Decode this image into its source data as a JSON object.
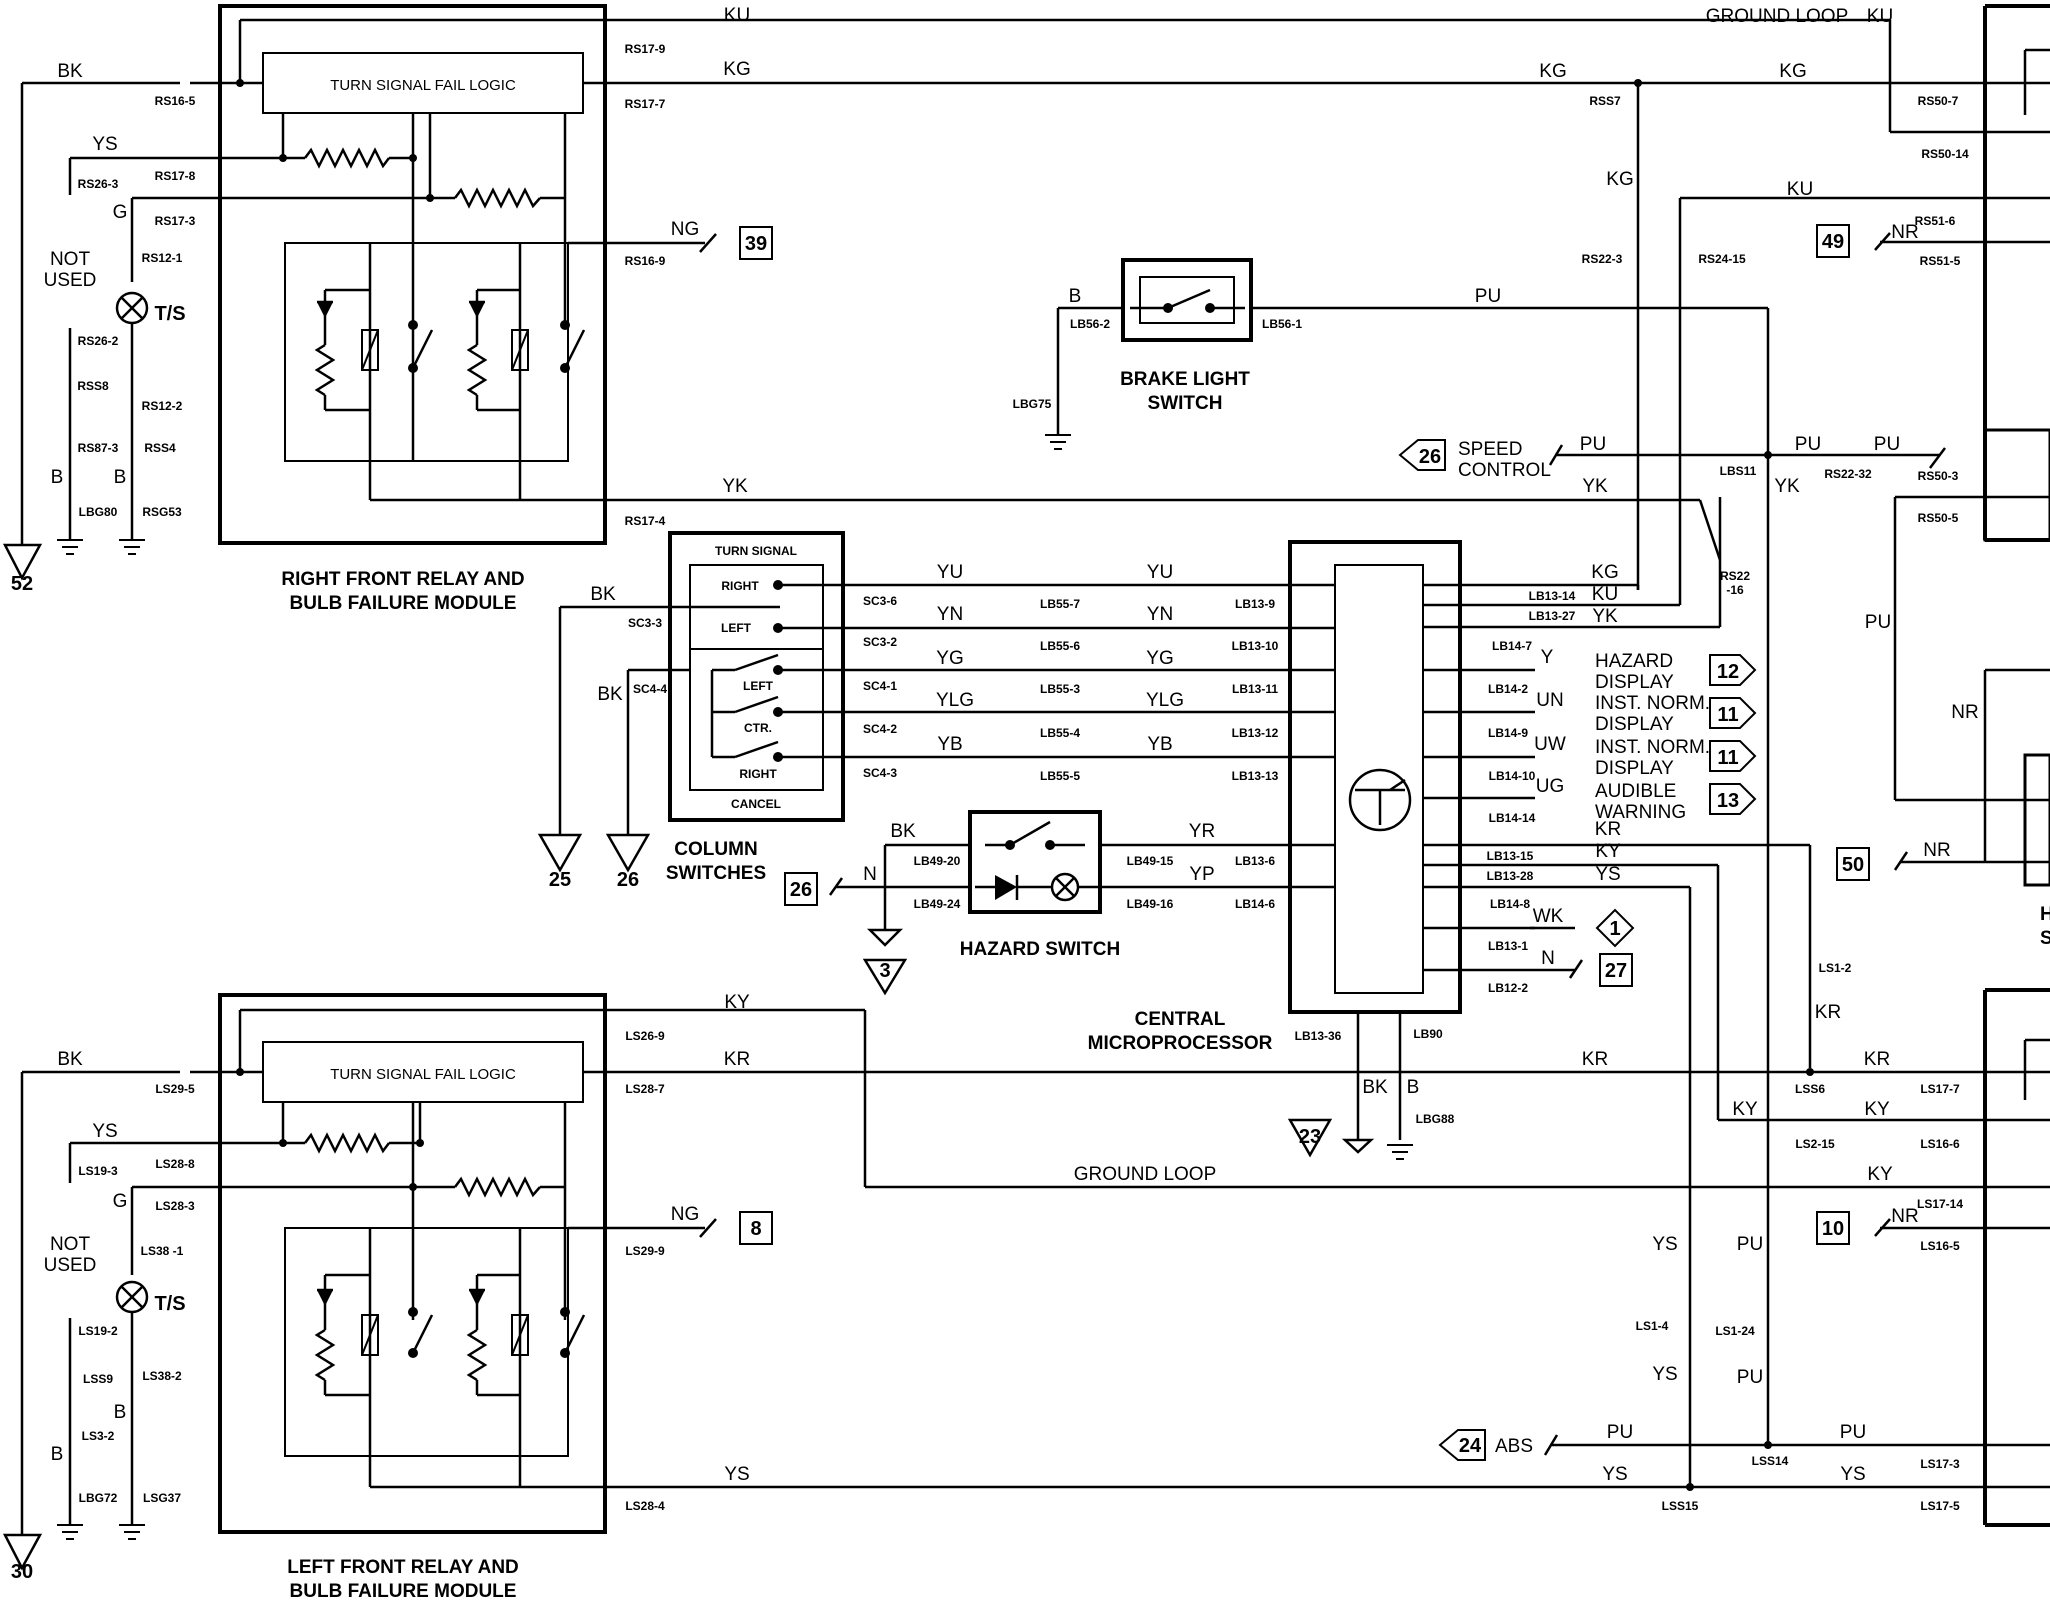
{
  "modules": {
    "right_title": [
      "RIGHT FRONT RELAY AND",
      "BULB FAILURE MODULE"
    ],
    "left_title": [
      "LEFT FRONT RELAY AND",
      "BULB FAILURE MODULE"
    ],
    "fail_logic": "TURN SIGNAL FAIL LOGIC",
    "not_used": [
      "NOT",
      "USED"
    ],
    "ts_lamp": "T/S"
  },
  "switches": {
    "brake_light": [
      "BRAKE LIGHT",
      "SWITCH"
    ],
    "column": [
      "COLUMN",
      "SWITCHES"
    ],
    "hazard": "HAZARD SWITCH",
    "turn_signal_title": "TURN SIGNAL",
    "right": "RIGHT",
    "left": "LEFT",
    "ctr": "CTR.",
    "cancel": "CANCEL",
    "central": [
      "CENTRAL",
      "MICROPROCESSOR"
    ],
    "cropped_right": [
      "HI",
      "ST"
    ]
  },
  "annotations": {
    "ground_loop": "GROUND LOOP",
    "speed_control": [
      "SPEED",
      "CONTROL"
    ],
    "abs": "ABS",
    "hazard_display": [
      "HAZARD",
      "DISPLAY"
    ],
    "inst_norm_display": [
      "INST. NORM.",
      "DISPLAY"
    ],
    "audible_warning": [
      "AUDIBLE",
      "WARNING"
    ]
  },
  "wires": {
    "BK": "BK",
    "KU": "KU",
    "KG": "KG",
    "YS": "YS",
    "G": "G",
    "NG": "NG",
    "B": "B",
    "PU": "PU",
    "YK": "YK",
    "YU": "YU",
    "YN": "YN",
    "YG": "YG",
    "YLG": "YLG",
    "YB": "YB",
    "Y": "Y",
    "UN": "UN",
    "UW": "UW",
    "UG": "UG",
    "KR": "KR",
    "KY": "KY",
    "YR": "YR",
    "YP": "YP",
    "N": "N",
    "WK": "WK",
    "NR": "NR"
  },
  "pins": {
    "RS16-5": "RS16-5",
    "RS17-9": "RS17-9",
    "RS17-7": "RS17-7",
    "RS26-3": "RS26-3",
    "RS17-8": "RS17-8",
    "RS17-3": "RS17-3",
    "RS12-1": "RS12-1",
    "RS26-2": "RS26-2",
    "RSS8": "RSS8",
    "RS12-2": "RS12-2",
    "RS87-3": "RS87-3",
    "RSS4": "RSS4",
    "LBG80": "LBG80",
    "RSG53": "RSG53",
    "RS16-9": "RS16-9",
    "RS17-4": "RS17-4",
    "RSS7": "RSS7",
    "RS22-3": "RS22-3",
    "RS24-15": "RS24-15",
    "RS50-7": "RS50-7",
    "RS50-14": "RS50-14",
    "RS51-6": "RS51-6",
    "RS51-5": "RS51-5",
    "LB56-2": "LB56-2",
    "LB56-1": "LB56-1",
    "LBG75": "LBG75",
    "LBS11": "LBS11",
    "RS22-32": "RS22-32",
    "RS50-3": "RS50-3",
    "RS50-5": "RS50-5",
    "RS22-16": [
      "RS22",
      "-16"
    ],
    "SC3-3": "SC3-3",
    "SC4-4": "SC4-4",
    "SC3-6": "SC3-6",
    "SC3-2": "SC3-2",
    "SC4-1": "SC4-1",
    "SC4-2": "SC4-2",
    "SC4-3": "SC4-3",
    "LB55-7": "LB55-7",
    "LB55-6": "LB55-6",
    "LB55-3": "LB55-3",
    "LB55-4": "LB55-4",
    "LB55-5": "LB55-5",
    "LB13-9": "LB13-9",
    "LB13-10": "LB13-10",
    "LB13-11": "LB13-11",
    "LB13-12": "LB13-12",
    "LB13-13": "LB13-13",
    "LB13-14": "LB13-14",
    "LB13-27": "LB13-27",
    "LB14-7": "LB14-7",
    "LB14-2": "LB14-2",
    "LB14-9": "LB14-9",
    "LB14-10": "LB14-10",
    "LB14-14": "LB14-14",
    "LB13-15": "LB13-15",
    "LB13-28": "LB13-28",
    "LB14-8": "LB14-8",
    "LB13-1": "LB13-1",
    "LB12-2": "LB12-2",
    "LB49-20": "LB49-20",
    "LB49-24": "LB49-24",
    "LB49-15": "LB49-15",
    "LB49-16": "LB49-16",
    "LB13-6": "LB13-6",
    "LB14-6": "LB14-6",
    "LB13-36": "LB13-36",
    "LB90": "LB90",
    "LBG88": "LBG88",
    "LS29-5": "LS29-5",
    "LS26-9": "LS26-9",
    "LS28-7": "LS28-7",
    "LS19-3": "LS19-3",
    "LS28-8": "LS28-8",
    "LS28-3": "LS28-3",
    "LS38-1": "LS38 -1",
    "LS19-2": "LS19-2",
    "LSS9": "LSS9",
    "LS38-2": "LS38-2",
    "LS3-2": "LS3-2",
    "LBG72": "LBG72",
    "LSG37": "LSG37",
    "LS29-9": "LS29-9",
    "LS28-4": "LS28-4",
    "LS1-2": "LS1-2",
    "LSS6": "LSS6",
    "LS17-7": "LS17-7",
    "LS2-15": "LS2-15",
    "LS16-6": "LS16-6",
    "LS17-14": "LS17-14",
    "LS16-5": "LS16-5",
    "LS1-4": "LS1-4",
    "LS1-24": "LS1-24",
    "LSS14": "LSS14",
    "LSS15": "LSS15",
    "LS17-3": "LS17-3",
    "LS17-5": "LS17-5"
  },
  "refs": {
    "r52": "52",
    "r30": "30",
    "r39": "39",
    "r8": "8",
    "r49": "49",
    "r10": "10",
    "r26a": "26",
    "r26b": "26",
    "r25": "25",
    "r26c": "26",
    "r3": "3",
    "r23": "23",
    "r12": "12",
    "r11a": "11",
    "r11b": "11",
    "r13": "13",
    "r1": "1",
    "r27": "27",
    "r50": "50",
    "r24": "24"
  }
}
